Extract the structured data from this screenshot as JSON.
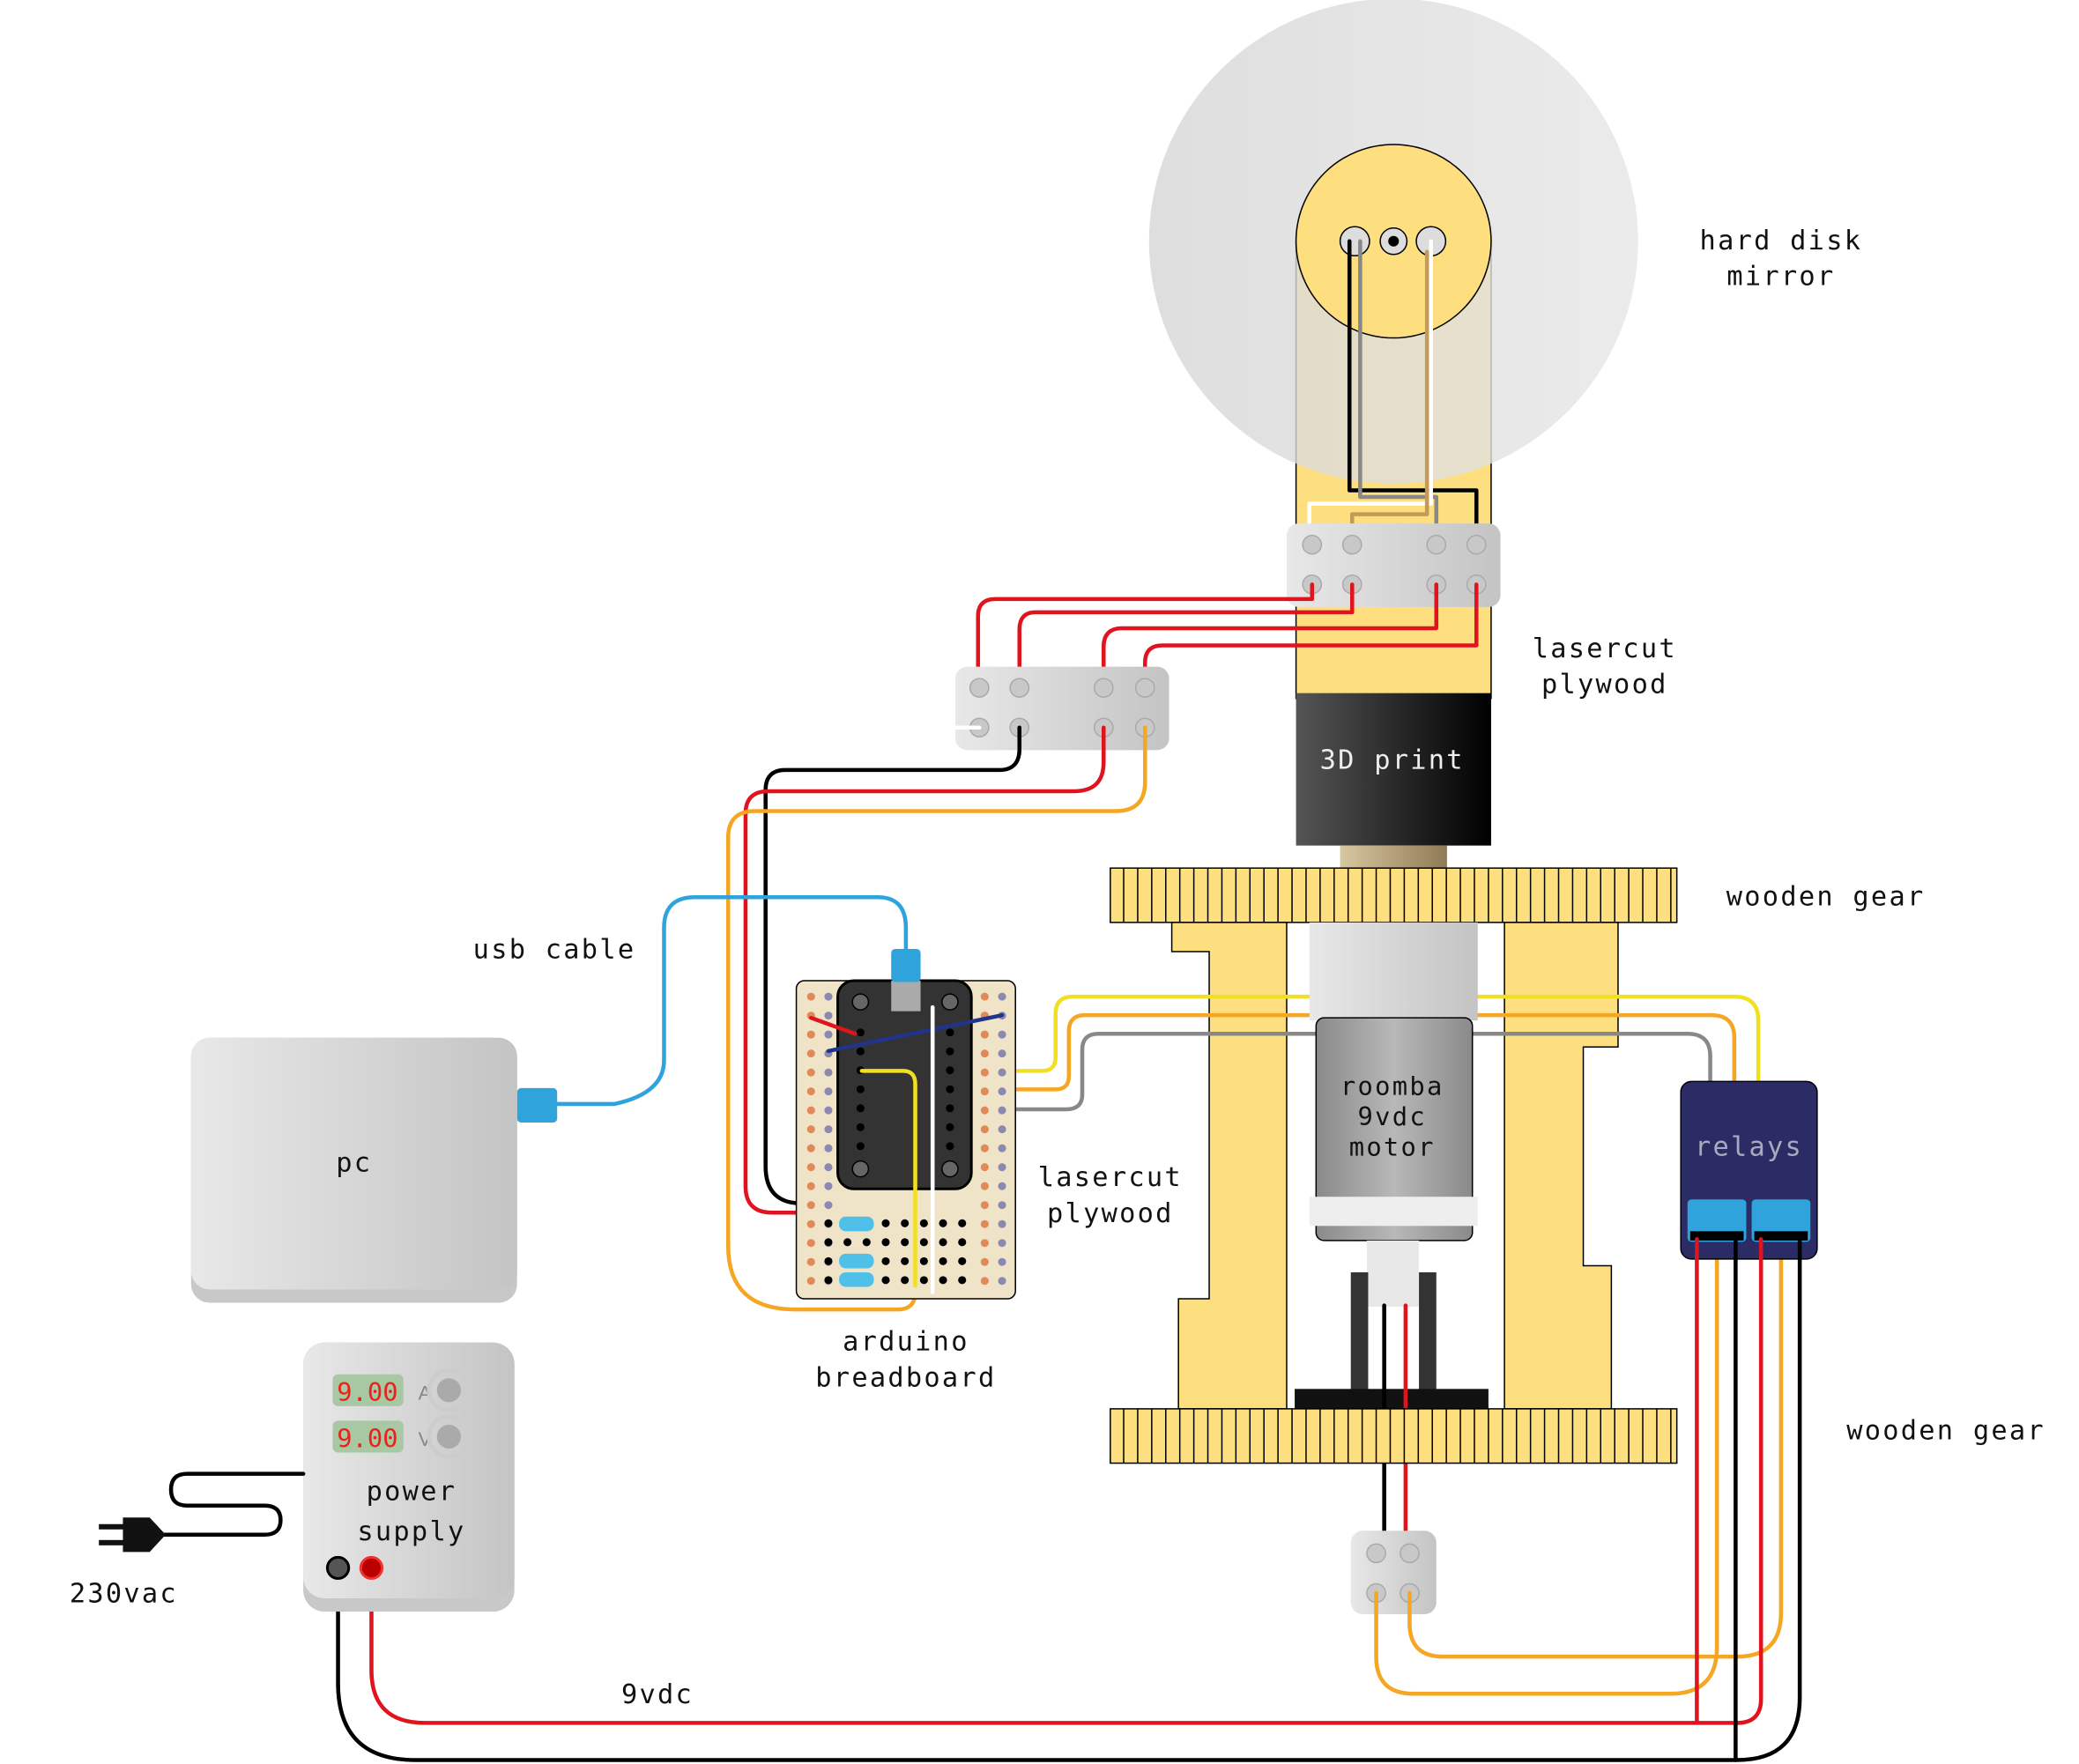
{
  "labels": {
    "hard_disk": [
      "hard disk",
      "mirror"
    ],
    "lasercut_top": [
      "lasercut",
      "plywood"
    ],
    "print3d": "3D print",
    "wooden_gear_top": "wooden gear",
    "usb_cable": "usb cable",
    "pc": "pc",
    "arduino": [
      "arduino",
      "breadboard"
    ],
    "lasercut_mid": [
      "lasercut",
      "plywood"
    ],
    "motor": [
      "roomba",
      "9vdc",
      "motor"
    ],
    "relays": "relays",
    "wooden_gear_bottom": "wooden gear",
    "power_supply": [
      "power",
      "supply"
    ],
    "mains": "230vac",
    "dc": "9vdc"
  },
  "power_supply": {
    "current_display": "9.00",
    "current_unit": "A",
    "voltage_display": "9.00",
    "voltage_unit": "V"
  },
  "colors": {
    "wood": "#fddf80",
    "usb": "#2fa3dc",
    "relay_board": "#2b2b66",
    "wire_red": "#e0141e",
    "wire_orange": "#f5a623",
    "wire_yellow": "#f0e020",
    "wire_black": "#000000",
    "wire_gray": "#888888"
  }
}
